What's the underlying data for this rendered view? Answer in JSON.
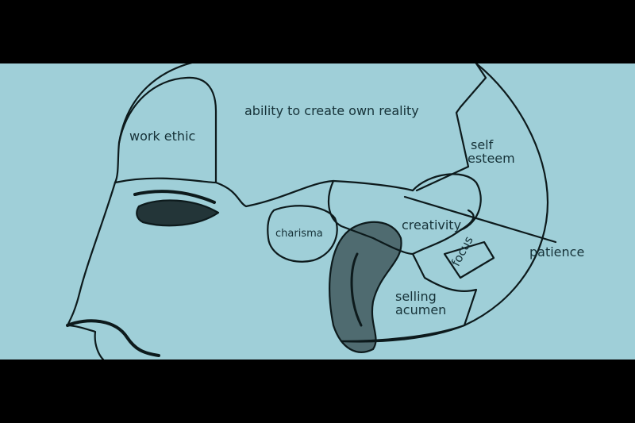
{
  "diagram": {
    "colors": {
      "background": "#9fcfd8",
      "ink": "#163238",
      "frame": "#000000"
    },
    "labels": {
      "work_ethic": "work ethic",
      "ability": "ability to create own reality",
      "self": "self",
      "esteem": "esteem",
      "charisma": "charisma",
      "creativity": "creativity",
      "focus": "focus",
      "patience": "patience",
      "selling": "selling",
      "acumen": "acumen"
    }
  }
}
